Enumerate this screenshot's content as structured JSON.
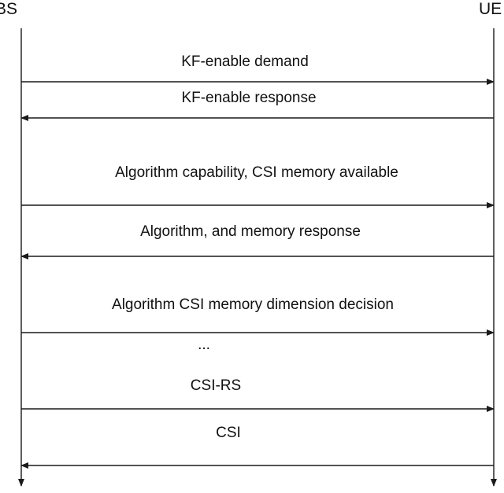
{
  "entities": {
    "left": "BS",
    "right": "UE"
  },
  "messages": [
    {
      "label": "KF-enable demand",
      "direction": "right"
    },
    {
      "label": "KF-enable response",
      "direction": "left"
    },
    {
      "label": "Algorithm capability, CSI memory available",
      "direction": "right"
    },
    {
      "label": "Algorithm, and memory response",
      "direction": "left"
    },
    {
      "label": "Algorithm CSI memory dimension decision",
      "direction": "right"
    },
    {
      "label": "...",
      "direction": "none"
    },
    {
      "label": "CSI-RS",
      "direction": "right"
    },
    {
      "label": "CSI",
      "direction": "left"
    }
  ],
  "colors": {
    "line": "#1a1a1a",
    "text": "#111111"
  }
}
